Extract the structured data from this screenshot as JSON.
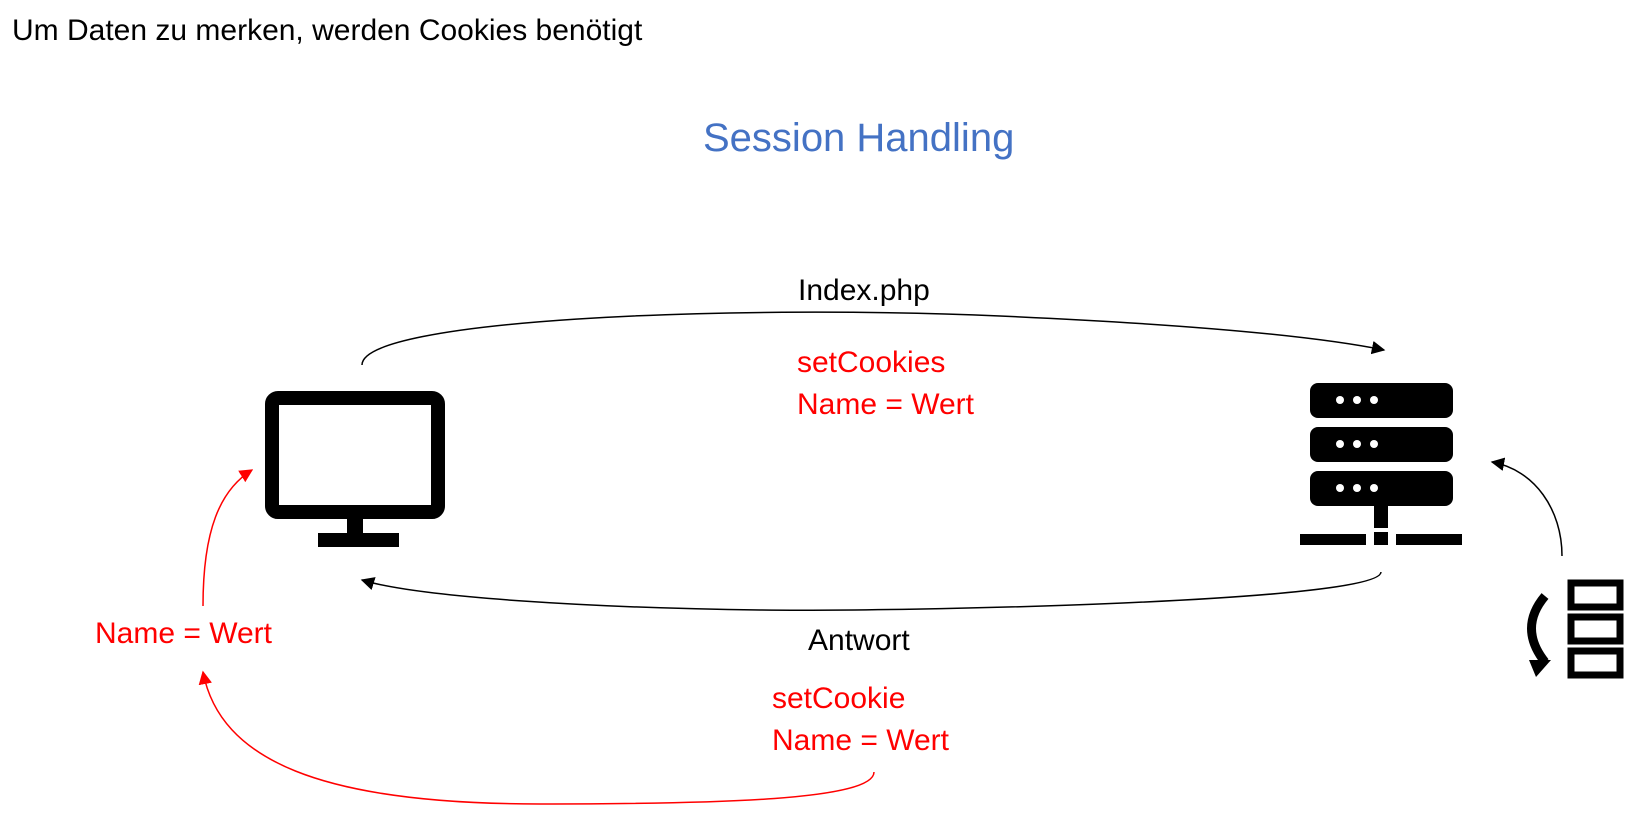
{
  "header": {
    "text": "Um Daten zu merken, werden Cookies benötigt"
  },
  "diagram": {
    "title": "Session Handling",
    "request_label": "Index.php",
    "request_cookie_label": "setCookies",
    "request_cookie_value": "Name = Wert",
    "response_label": "Antwort",
    "response_cookie_label": "setCookie",
    "response_cookie_value": "Name = Wert",
    "client_cookie_value": "Name = Wert"
  },
  "icons": {
    "client": "monitor-icon",
    "server": "server-icon",
    "storage": "database-restore-icon"
  },
  "colors": {
    "title": "#4472c4",
    "cookie": "#ff0000",
    "arrow": "#000000",
    "cookie_arrow": "#ff0000"
  }
}
